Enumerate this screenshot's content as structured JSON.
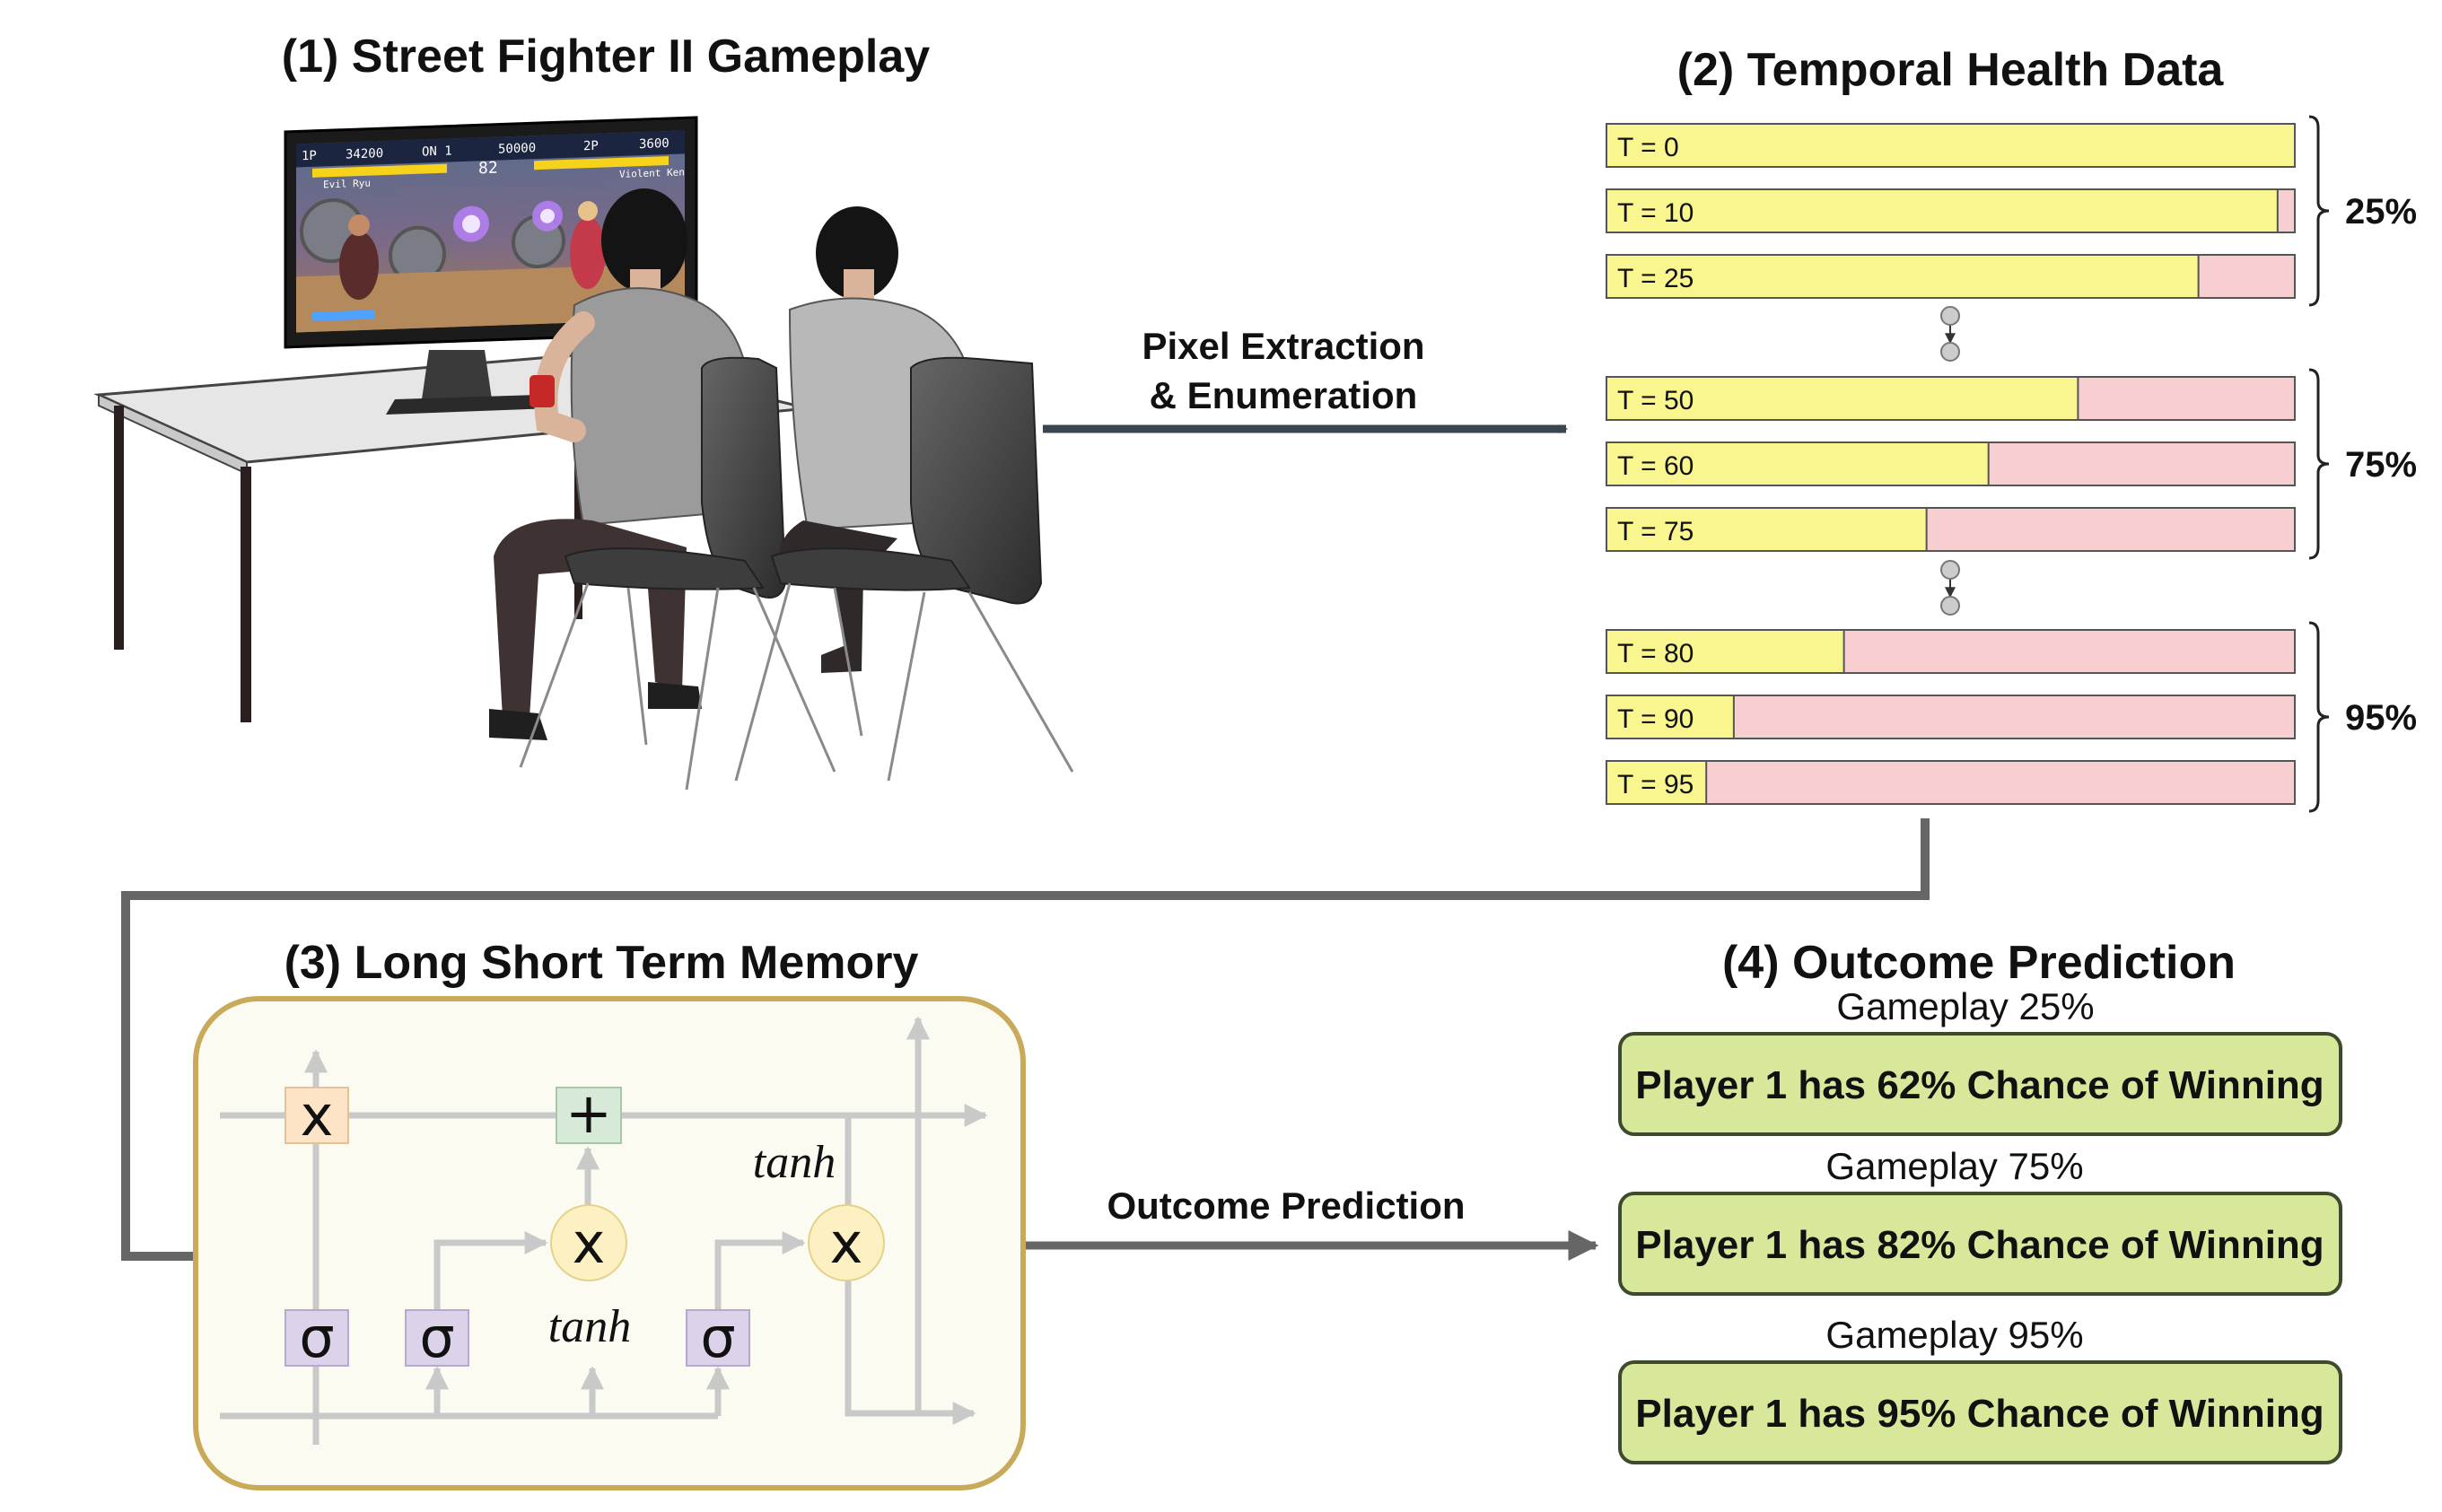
{
  "titles": {
    "gameplay": "(1) Street Fighter II Gameplay",
    "health": "(2) Temporal Health Data",
    "lstm": "(3) Long Short Term Memory",
    "outcome": "(4) Outcome Prediction"
  },
  "arrows": {
    "extraction_line1": "Pixel Extraction",
    "extraction_line2": "& Enumeration",
    "prediction": "Outcome Prediction"
  },
  "screen_hud": {
    "p1_score": "34200",
    "credit": "ON 1",
    "hi_score": "50000",
    "p2_label": "2P",
    "p2_score": "3600",
    "p1_name": "Evil Ryu",
    "p2_name": "Violent Ken",
    "timer": "82"
  },
  "health_groups": [
    {
      "label": "25%",
      "bars": [
        {
          "label": "T = 0",
          "health": 1.0
        },
        {
          "label": "T = 10",
          "health": 0.975
        },
        {
          "label": "T = 25",
          "health": 0.86
        }
      ]
    },
    {
      "label": "75%",
      "bars": [
        {
          "label": "T = 50",
          "health": 0.685
        },
        {
          "label": "T = 60",
          "health": 0.555
        },
        {
          "label": "T = 75",
          "health": 0.465
        }
      ]
    },
    {
      "label": "95%",
      "bars": [
        {
          "label": "T = 80",
          "health": 0.345
        },
        {
          "label": "T = 90",
          "health": 0.185
        },
        {
          "label": "T = 95",
          "health": 0.145
        }
      ]
    }
  ],
  "lstm": {
    "multiply": "x",
    "add": "+",
    "sigma": "σ",
    "tanh": "tanh"
  },
  "predictions": [
    {
      "caption": "Gameplay 25%",
      "text": "Player 1 has 62% Chance of Winning"
    },
    {
      "caption": "Gameplay 75%",
      "text": "Player 1 has 82% Chance of Winning"
    },
    {
      "caption": "Gameplay 95%",
      "text": "Player 1 has 95% Chance of Winning"
    }
  ],
  "colors": {
    "health_fill": "#faf68f",
    "damage_fill": "#f7cfd0",
    "prediction_fill": "#d8e89a",
    "lstm_box_border": "#c9aa5a",
    "lstm_box_fill": "#fcfbf2",
    "connector": "#666666",
    "arrow_dark": "#3b4652"
  }
}
